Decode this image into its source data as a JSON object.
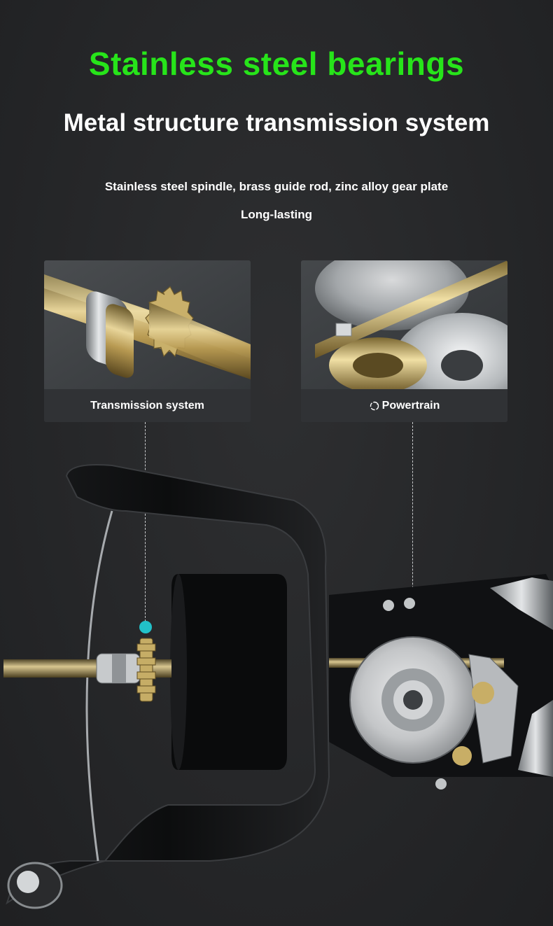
{
  "headline": "Stainless steel bearings",
  "subheadline": "Metal structure transmission system",
  "description": {
    "line1": "Stainless steel spindle, brass guide rod, zinc alloy gear plate",
    "line2": "Long-lasting"
  },
  "cards": [
    {
      "caption": "Transmission system",
      "icon": ""
    },
    {
      "caption": "Powertrain",
      "icon": "rotate-icon"
    }
  ],
  "colors": {
    "headline": "#27e41a",
    "background": "#27282a",
    "marker": "#22c1c9"
  }
}
